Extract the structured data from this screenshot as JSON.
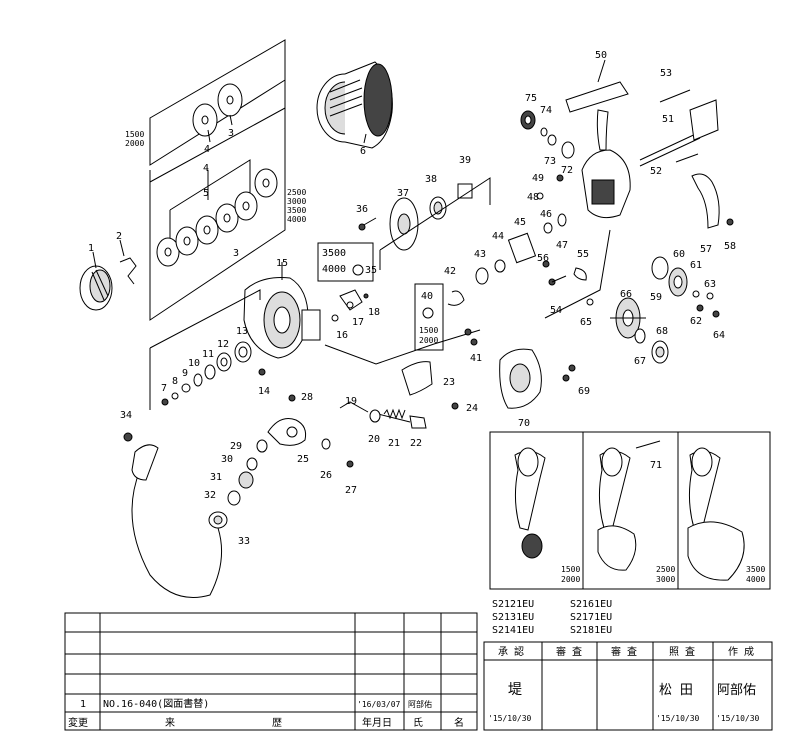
{
  "callouts": {
    "c1": "1",
    "c2": "2",
    "c3a": "3",
    "c3b": "3",
    "c4a": "4",
    "c4b": "4",
    "c5": "5",
    "c6": "6",
    "c7": "7",
    "c8": "8",
    "c9": "9",
    "c10": "10",
    "c11": "11",
    "c12": "12",
    "c13": "13",
    "c14": "14",
    "c15": "15",
    "c16": "16",
    "c17": "17",
    "c18": "18",
    "c19": "19",
    "c20": "20",
    "c21": "21",
    "c22": "22",
    "c23": "23",
    "c24": "24",
    "c25": "25",
    "c26": "26",
    "c27": "27",
    "c28": "28",
    "c29": "29",
    "c30": "30",
    "c31": "31",
    "c32": "32",
    "c33": "33",
    "c34": "34",
    "c35": "35",
    "c36": "36",
    "c37": "37",
    "c38": "38",
    "c39": "39",
    "c40": "40",
    "c41": "41",
    "c42": "42",
    "c43": "43",
    "c44": "44",
    "c45": "45",
    "c46": "46",
    "c47": "47",
    "c48": "48",
    "c49": "49",
    "c50": "50",
    "c51": "51",
    "c52": "52",
    "c53": "53",
    "c54": "54",
    "c55": "55",
    "c56": "56",
    "c57": "57",
    "c58": "58",
    "c59": "59",
    "c60": "60",
    "c61": "61",
    "c62": "62",
    "c63": "63",
    "c64": "64",
    "c65": "65",
    "c66": "66",
    "c67": "67",
    "c68": "68",
    "c69": "69",
    "c70": "70",
    "c71": "71",
    "c72": "72",
    "c73": "73",
    "c74": "74",
    "c75": "75"
  },
  "size_notes": {
    "spool_small_a": "1500",
    "spool_small_b": "2000",
    "spool_large_a": "2500",
    "spool_large_b": "3000",
    "spool_large_c": "3500",
    "spool_large_d": "4000",
    "box35_a": "3500",
    "box35_b": "4000",
    "box40_a": "1500",
    "box40_b": "2000",
    "handle1_a": "1500",
    "handle1_b": "2000",
    "handle2_a": "2500",
    "handle2_b": "3000",
    "handle3_a": "3500",
    "handle3_b": "4000"
  },
  "model_codes": {
    "m1": "S2121EU",
    "m2": "S2161EU",
    "m3": "S2131EU",
    "m4": "S2171EU",
    "m5": "S2141EU",
    "m6": "S2181EU"
  },
  "revision_table": {
    "row_no": "1",
    "row_text": "NO.16-040(図面書替)",
    "row_date": "'16/03/07",
    "row_name": "阿部佑",
    "footer_change": "変更",
    "footer_history_a": "来",
    "footer_history_b": "歴",
    "footer_date": "年月日",
    "footer_name_a": "氏",
    "footer_name_b": "名"
  },
  "approval_table": {
    "h_approve": "承 認",
    "h_review1": "審 査",
    "h_review2": "審 査",
    "h_check": "照 査",
    "h_create": "作 成",
    "v_approve_name": "堤",
    "v_approve_date": "'15/10/30",
    "v_check_name": "松 田",
    "v_check_date": "'15/10/30",
    "v_create_name": "阿部佑",
    "v_create_date": "'15/10/30"
  }
}
